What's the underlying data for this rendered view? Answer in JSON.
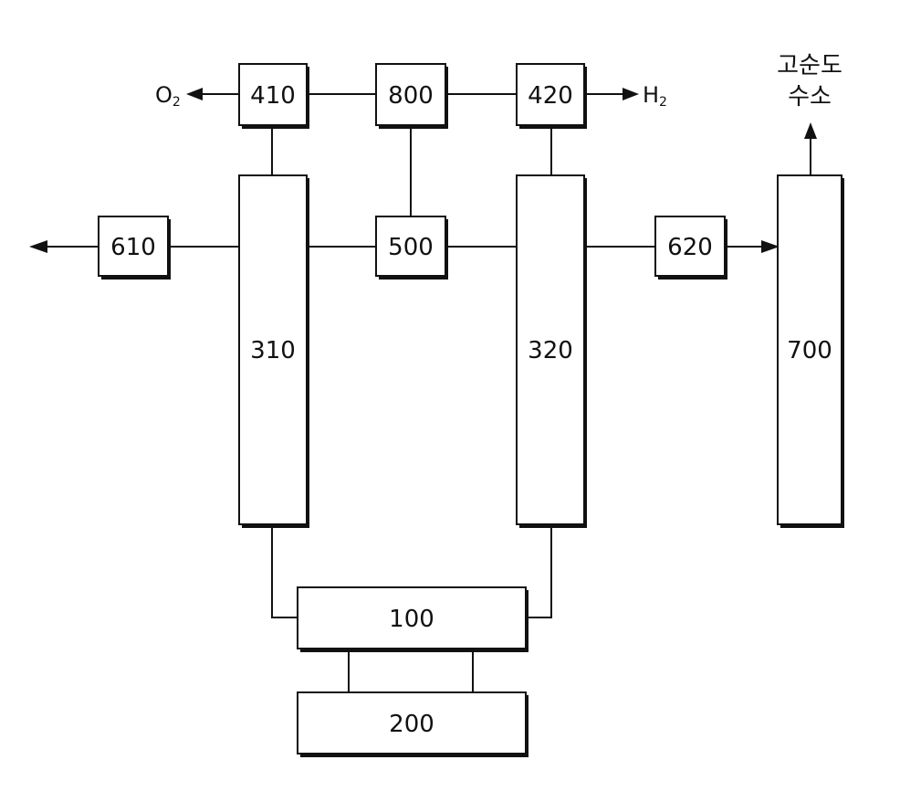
{
  "blocks": {
    "b410": "410",
    "b800": "800",
    "b420": "420",
    "b610": "610",
    "b500": "500",
    "b620": "620",
    "b310": "310",
    "b320": "320",
    "b700": "700",
    "b100": "100",
    "b200": "200"
  },
  "outputs": {
    "oxygen": {
      "main": "O",
      "sub": "2"
    },
    "hydrogen": {
      "main": "H",
      "sub": "2"
    },
    "high_purity_line1": "고순도",
    "high_purity_line2": "수소"
  }
}
